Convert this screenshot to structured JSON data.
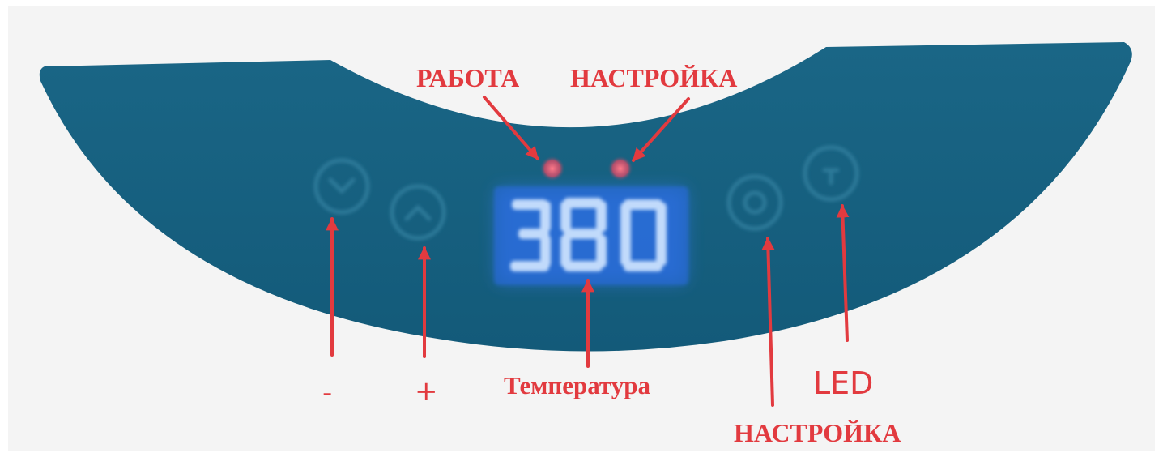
{
  "labels": {
    "work_indicator": "РАБОТА",
    "setting_indicator": "НАСТРОЙКА",
    "minus": "-",
    "plus": "+",
    "temperature": "Температура",
    "led": "LED",
    "setting_button": "НАСТРОЙКА"
  },
  "display": {
    "value": "380",
    "color": "#b9d9ff"
  },
  "colors": {
    "panel": "#16607f",
    "annotation": "#e23a3f",
    "indicator_led": "#e0506a",
    "page_bg": "#f4f4f4"
  },
  "icons": {
    "minus_button": "chevron-down-icon",
    "plus_button": "chevron-up-icon",
    "setting_button": "circle-icon",
    "led_button": "led-icon"
  }
}
